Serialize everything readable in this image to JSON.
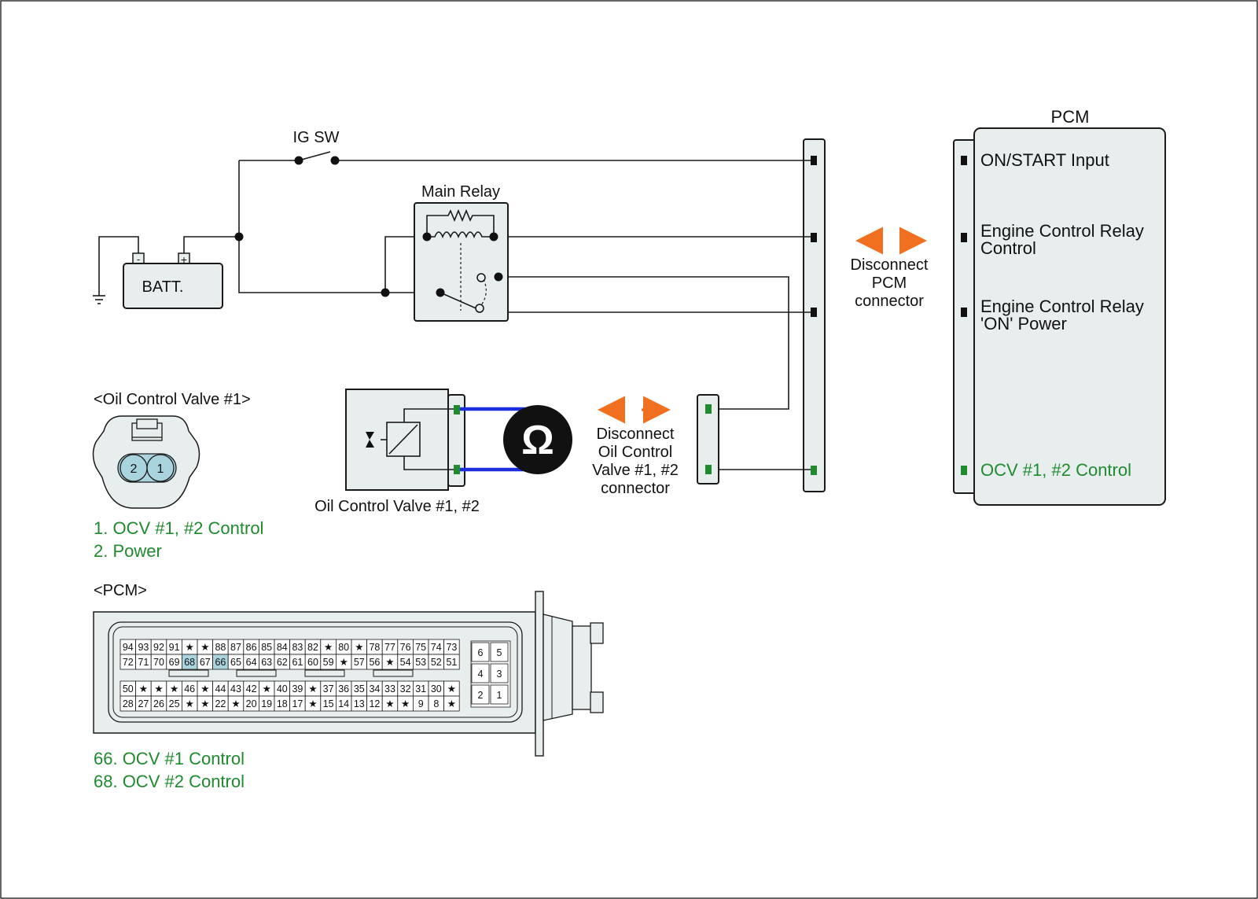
{
  "title_pcm": "PCM",
  "ig_sw": "IG SW",
  "main_relay": "Main Relay",
  "batt": "BATT.",
  "batt_minus": "-",
  "batt_plus": "+",
  "pcm_pins": {
    "on_start": "ON/START Input",
    "ecr_control": [
      "Engine Control Relay",
      "Control"
    ],
    "ecr_power": [
      "Engine Control Relay",
      "'ON' Power"
    ],
    "ocv_control": "OCV #1, #2 Control"
  },
  "disconnect_pcm": [
    "Disconnect",
    "PCM",
    "connector"
  ],
  "disconnect_ocv": [
    "Disconnect",
    "Oil Control",
    "Valve #1, #2",
    "connector"
  ],
  "ohm_symbol": "Ω",
  "ocv_box_label": "Oil Control Valve #1, #2",
  "ocv_connector_title": "<Oil Control Valve #1>",
  "ocv_connector_pins": [
    "2",
    "1"
  ],
  "ocv_legend": [
    "1. OCV #1, #2 Control",
    "2. Power"
  ],
  "pcm_connector_title": "<PCM>",
  "pcm_connector": {
    "row1": [
      "94",
      "93",
      "92",
      "91",
      "★",
      "★",
      "88",
      "87",
      "86",
      "85",
      "84",
      "83",
      "82",
      "★",
      "80",
      "★",
      "78",
      "77",
      "76",
      "75",
      "74",
      "73"
    ],
    "row2": [
      "72",
      "71",
      "70",
      "69",
      "68",
      "67",
      "66",
      "65",
      "64",
      "63",
      "62",
      "61",
      "60",
      "59",
      "★",
      "57",
      "56",
      "★",
      "54",
      "53",
      "52",
      "51"
    ],
    "row3": [
      "50",
      "★",
      "★",
      "★",
      "46",
      "★",
      "44",
      "43",
      "42",
      "★",
      "40",
      "39",
      "★",
      "37",
      "36",
      "35",
      "34",
      "33",
      "32",
      "31",
      "30",
      "★"
    ],
    "row4": [
      "28",
      "27",
      "26",
      "25",
      "★",
      "★",
      "22",
      "★",
      "20",
      "19",
      "18",
      "17",
      "★",
      "15",
      "14",
      "13",
      "12",
      "★",
      "★",
      "9",
      "8",
      "★"
    ],
    "highlighted": [
      "68",
      "66"
    ],
    "small_block": [
      [
        "6",
        "5"
      ],
      [
        "4",
        "3"
      ],
      [
        "2",
        "1"
      ]
    ]
  },
  "pcm_legend": [
    "66. OCV #1 Control",
    "68. OCV #2 Control"
  ],
  "colors": {
    "green": "#1f8a2e",
    "orange": "#f07020",
    "blue": "#1c2ee0",
    "highlight": "#a9d3dd",
    "box_fill": "#e8eeee"
  }
}
